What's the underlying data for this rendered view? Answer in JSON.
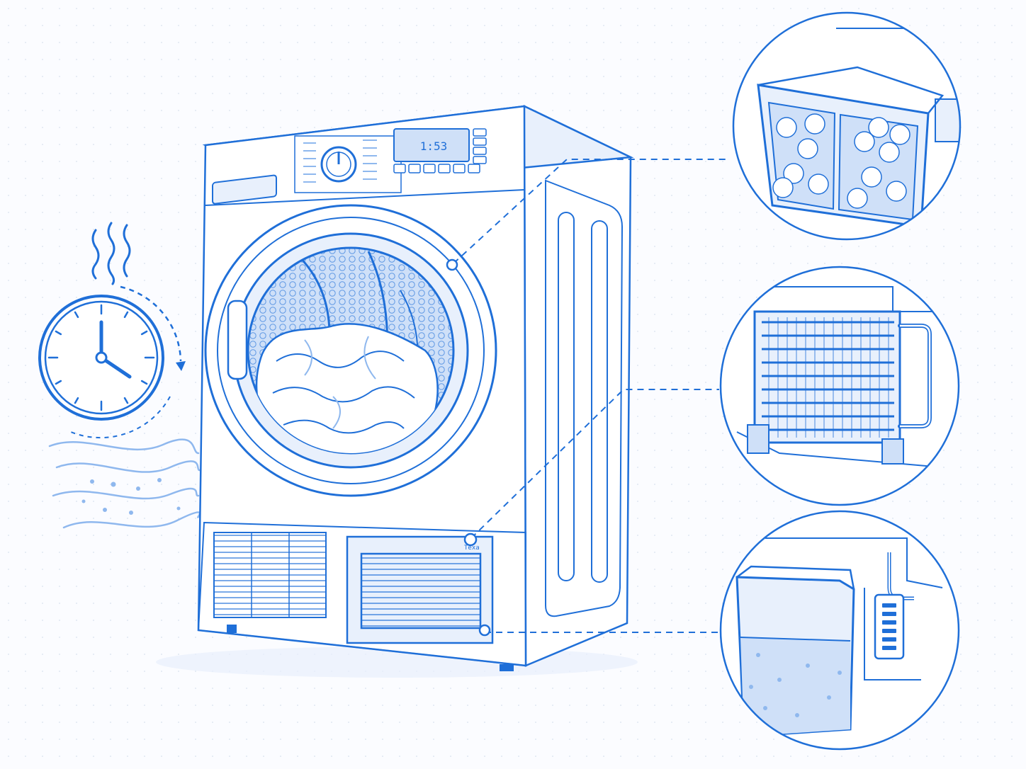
{
  "colors": {
    "background": "#fbfcff",
    "ink": "#1f6fd8",
    "ink_dark": "#1552a8",
    "ink_light": "#8fb8ee",
    "fill_light": "#e8f0fc",
    "fill_mid": "#cfe0f8",
    "grid_dot": "#dfe6f2"
  },
  "icons": {
    "clock": "clock-icon",
    "heat": "heat-waves-icon",
    "airflow": "airflow-icon",
    "cycle_arrow": "cycle-arrow-icon"
  },
  "dryer": {
    "display_readout": "1:53",
    "vent_tag": "Texa",
    "callouts": [
      {
        "target": "lint-filter",
        "marker": "door-ring-marker"
      },
      {
        "target": "heat-exchanger",
        "marker": "condenser-panel-marker"
      },
      {
        "target": "water-tank",
        "marker": "condenser-base-marker"
      }
    ]
  },
  "details": [
    {
      "name": "lint-filter-detail"
    },
    {
      "name": "heat-exchanger-detail"
    },
    {
      "name": "water-tank-detail"
    }
  ]
}
